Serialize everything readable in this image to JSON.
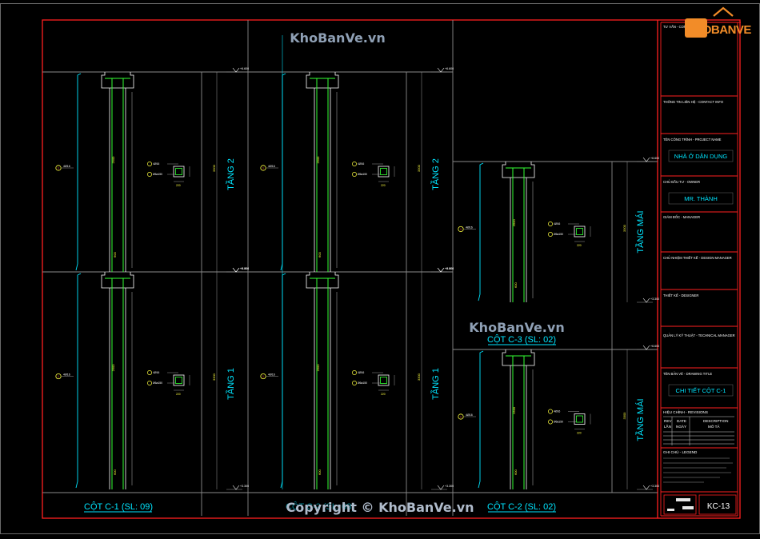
{
  "watermarks": {
    "site_top": "KhoBanVe.vn",
    "site_mid": "KhoBanVe.vn",
    "copyright": "Copyright © KhoBanVe.vn",
    "logo_text": "KHOBANVE"
  },
  "sections": {
    "c1": {
      "title": "CỘT C-1 (SL: 09)",
      "floor_upper": "TẦNG 2",
      "floor_lower": "TẦNG 1"
    },
    "c2_mid": {
      "title": "CỘT C-2 (SL: 03)",
      "floor_upper": "TẦNG 2",
      "floor_lower": "TẦNG 1"
    },
    "c3": {
      "title": "CỘT C-3 (SL: 02)",
      "floor": "TẦNG MÁI"
    },
    "c2": {
      "title": "CỘT C-2 (SL: 02)",
      "floor": "TẦNG MÁI"
    }
  },
  "title_block": {
    "fields": [
      {
        "label": "TƯ VẤN - CONSULTANT",
        "value": ""
      },
      {
        "label": "THÔNG TIN LIÊN HỆ - CONTACT INFO",
        "value": ""
      },
      {
        "label": "TÊN CÔNG TRÌNH - PROJECT NAME",
        "value": "NHÀ Ở DÂN DỤNG"
      },
      {
        "label": "CHỦ ĐẦU TƯ - OWNER",
        "value": "MR. THÀNH"
      },
      {
        "label": "GIÁM ĐỐC - MANAGER",
        "value": ""
      },
      {
        "label": "CHỦ NHIỆM THIẾT KẾ - DESIGN MANAGER",
        "value": ""
      },
      {
        "label": "THIẾT KẾ - DESIGNER",
        "value": ""
      },
      {
        "label": "QUẢN LÝ KỸ THUẬT - TECHNICAL MANAGER",
        "value": ""
      },
      {
        "label": "TÊN BẢN VẼ - DRAWING TITLE",
        "value": "CHI TIẾT CỘT C-1"
      }
    ],
    "revision_label": "HIỆU CHỈNH - REVISIONS",
    "revision_headers": [
      "REV",
      "DATE",
      "DESCRIPTION"
    ],
    "revision_headers_vn": [
      "LẦN",
      "NGÀY",
      "MÔ TẢ"
    ],
    "notes_label": "GHI CHÚ - LEGEND",
    "sheet_no": "KC-13"
  },
  "colors": {
    "background": "#000000",
    "frame": "#ff2020",
    "cyan": "#00e5ff",
    "green": "#33ff33",
    "yellow": "#ffff40",
    "white": "#ffffff",
    "gray": "#9a9a9a",
    "watermark": "#8fa0b5"
  }
}
